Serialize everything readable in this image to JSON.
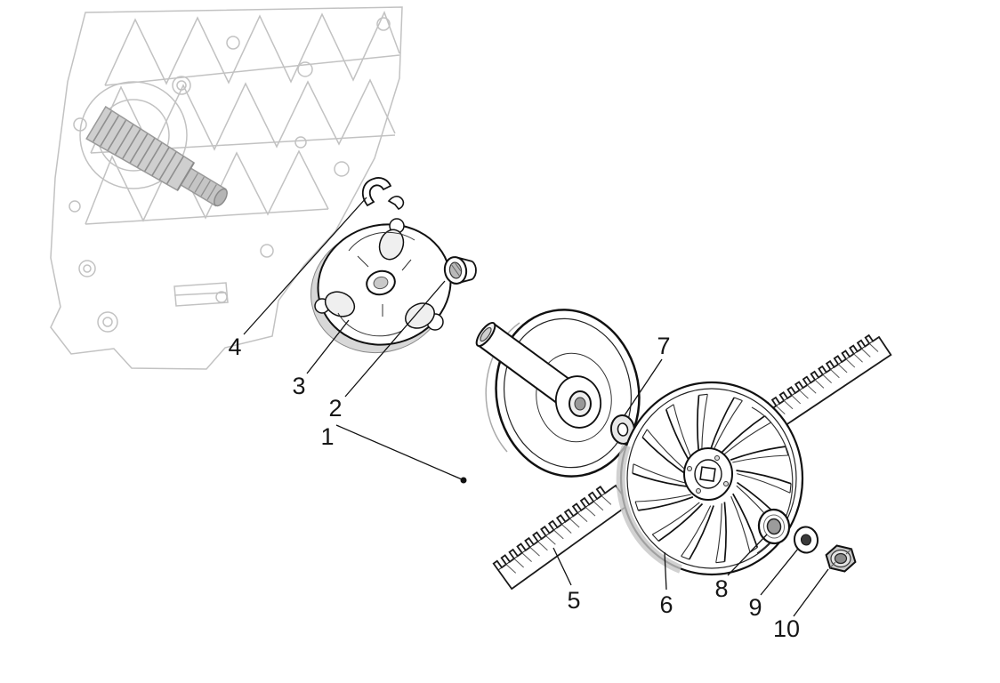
{
  "diagram": {
    "callout_numbers": [
      "1",
      "2",
      "3",
      "4",
      "5",
      "6",
      "7",
      "8",
      "9",
      "10"
    ]
  }
}
